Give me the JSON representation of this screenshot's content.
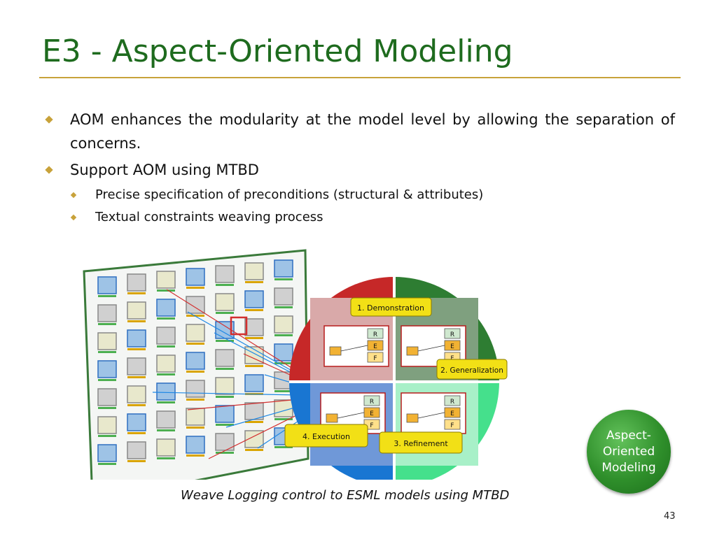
{
  "slide": {
    "title": "E3 - Aspect-Oriented Modeling",
    "bullets": [
      {
        "text": "AOM enhances the modularity at the model level by allowing the separation of concerns."
      },
      {
        "text": "Support AOM using MTBD"
      }
    ],
    "sub_bullets": [
      {
        "text": "Precise specification of preconditions (structural & attributes)"
      },
      {
        "text": "Textual constraints weaving process"
      }
    ],
    "figure": {
      "steps": [
        "1. Demonstration",
        "2. Generalization",
        "3. Refinement",
        "4. Execution"
      ],
      "node_labels": {
        "r": "R",
        "e": "E",
        "f": "F"
      }
    },
    "caption": "Weave Logging control to ESML models using MTBD",
    "badge": {
      "line1": "Aspect-",
      "line2": "Oriented",
      "line3": "Modeling"
    },
    "page_number": "43",
    "colors": {
      "title": "#1e6b1e",
      "accent": "#c8a23a",
      "badge": "#2f8f2b",
      "step_box": "#f2e016"
    }
  }
}
